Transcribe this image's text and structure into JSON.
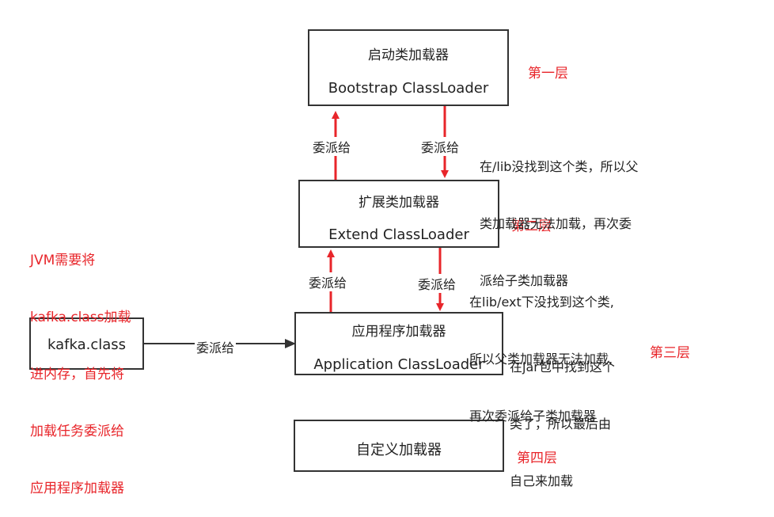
{
  "boxes": {
    "bootstrap": {
      "title": "启动类加载器",
      "subtitle": "Bootstrap ClassLoader"
    },
    "extend": {
      "title": "扩展类加载器",
      "subtitle": "Extend ClassLoader"
    },
    "app": {
      "title": "应用程序加载器",
      "subtitle": "Application ClassLoader"
    },
    "kafka": {
      "title": "kafka.class"
    },
    "custom": {
      "title": "自定义加载器"
    }
  },
  "layers": {
    "l1": "第一层",
    "l2": "第二层",
    "l3": "第三层",
    "l4": "第四层"
  },
  "edges": {
    "ext_to_boot": "委派给",
    "boot_to_ext": "委派给",
    "app_to_ext": "委派给",
    "ext_to_app": "委派给",
    "kafka_to_app": "委派给"
  },
  "notes": {
    "boot_note": [
      "在/lib没找到这个类，所以父",
      "类加载器无法加载，再次委",
      "派给子类加载器"
    ],
    "ext_note": [
      "在lib/ext下没找到这个类,",
      "所以父类加载器无法加载,",
      "再次委派给子类加载器"
    ],
    "app_note": [
      "在jar包中找到这个",
      "类了，所以最后由",
      "自己来加载"
    ],
    "jvm_note": [
      "JVM需要将",
      "kafka.class加载",
      "进内存，首先将",
      "加载任务委派给",
      "应用程序加载器"
    ]
  },
  "colors": {
    "arrow_red": "#e8252a",
    "arrow_dark": "#333333",
    "box_border": "#333333",
    "layer_text": "#e8252a"
  }
}
